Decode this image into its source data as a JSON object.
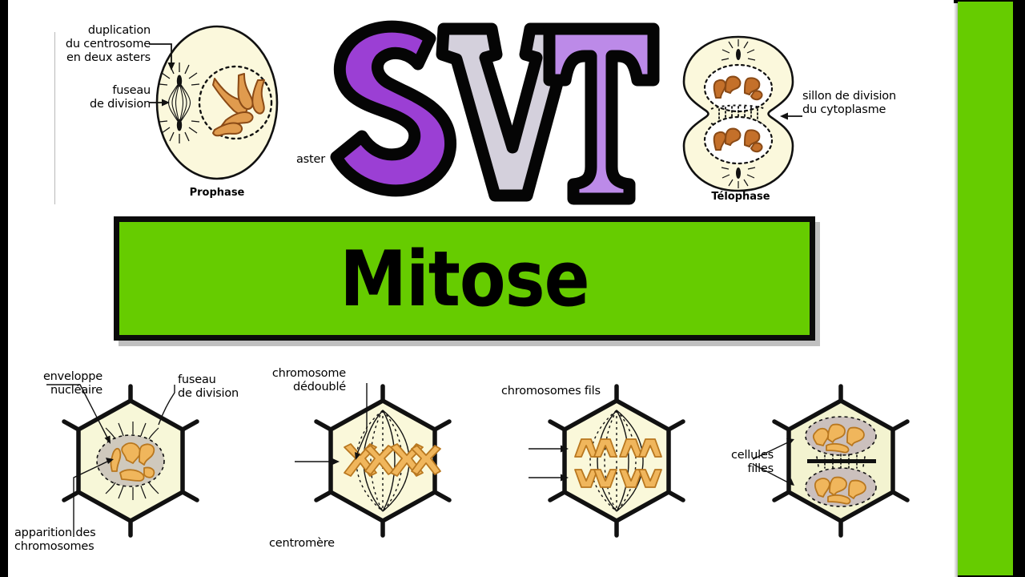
{
  "slide": {
    "title_word": "SVT",
    "banner_label": "Mitose",
    "accent_green": "#66cc00",
    "letter_colors": {
      "S": "#9b3fd4",
      "V": "#d4d0dc",
      "T": "#bc8ae8"
    },
    "background": "#ffffff",
    "frame": "#000000"
  },
  "top_figures": [
    {
      "phase": "Prophase",
      "labels": [
        {
          "text": "duplication\ndu centrosome\nen deux asters"
        },
        {
          "text": "fuseau\nde division"
        }
      ]
    },
    {
      "phase": "Télophase",
      "labels": [
        {
          "text": "sillon de division\ndu cytoplasme"
        },
        {
          "text": "aster"
        }
      ]
    }
  ],
  "bottom_figures": [
    {
      "index": 1,
      "labels": [
        {
          "text": "enveloppe\nnucléaire"
        },
        {
          "text": "fuseau\nde division"
        },
        {
          "text": "apparition des\nchromosomes"
        }
      ]
    },
    {
      "index": 2,
      "labels": [
        {
          "text": "chromosome\ndédoublé"
        },
        {
          "text": "centromère"
        }
      ]
    },
    {
      "index": 3,
      "labels": [
        {
          "text": "chromosomes fils"
        }
      ]
    },
    {
      "index": 4,
      "labels": [
        {
          "text": "cellules\nfilles"
        }
      ]
    }
  ]
}
